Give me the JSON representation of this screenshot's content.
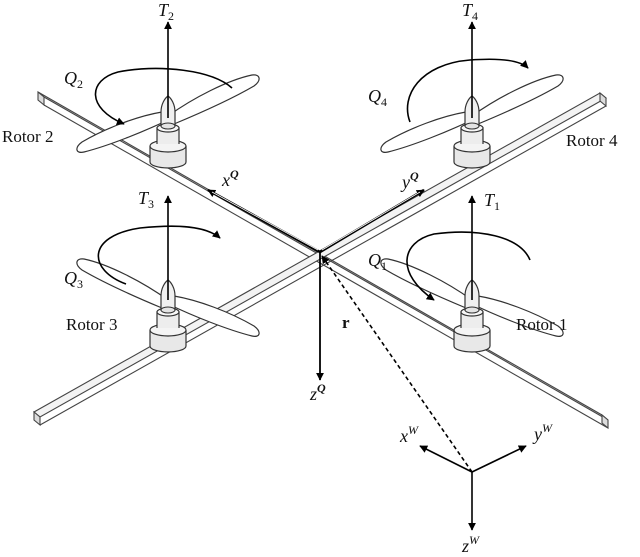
{
  "rotors": [
    {
      "name": "Rotor 1",
      "thrust": {
        "base": "T",
        "sub": "1"
      },
      "torque": {
        "base": "Q",
        "sub": "1"
      }
    },
    {
      "name": "Rotor 2",
      "thrust": {
        "base": "T",
        "sub": "2"
      },
      "torque": {
        "base": "Q",
        "sub": "2"
      }
    },
    {
      "name": "Rotor 3",
      "thrust": {
        "base": "T",
        "sub": "3"
      },
      "torque": {
        "base": "Q",
        "sub": "3"
      }
    },
    {
      "name": "Rotor 4",
      "thrust": {
        "base": "T",
        "sub": "4"
      },
      "torque": {
        "base": "Q",
        "sub": "4"
      }
    }
  ],
  "body_frame": {
    "x": {
      "base": "x",
      "sup": "Q"
    },
    "y": {
      "base": "y",
      "sup": "Q"
    },
    "z": {
      "base": "z",
      "sup": "Q"
    }
  },
  "world_frame": {
    "x": {
      "base": "x",
      "sup": "W"
    },
    "y": {
      "base": "y",
      "sup": "W"
    },
    "z": {
      "base": "z",
      "sup": "W"
    }
  },
  "position_vector": {
    "label": "r"
  }
}
